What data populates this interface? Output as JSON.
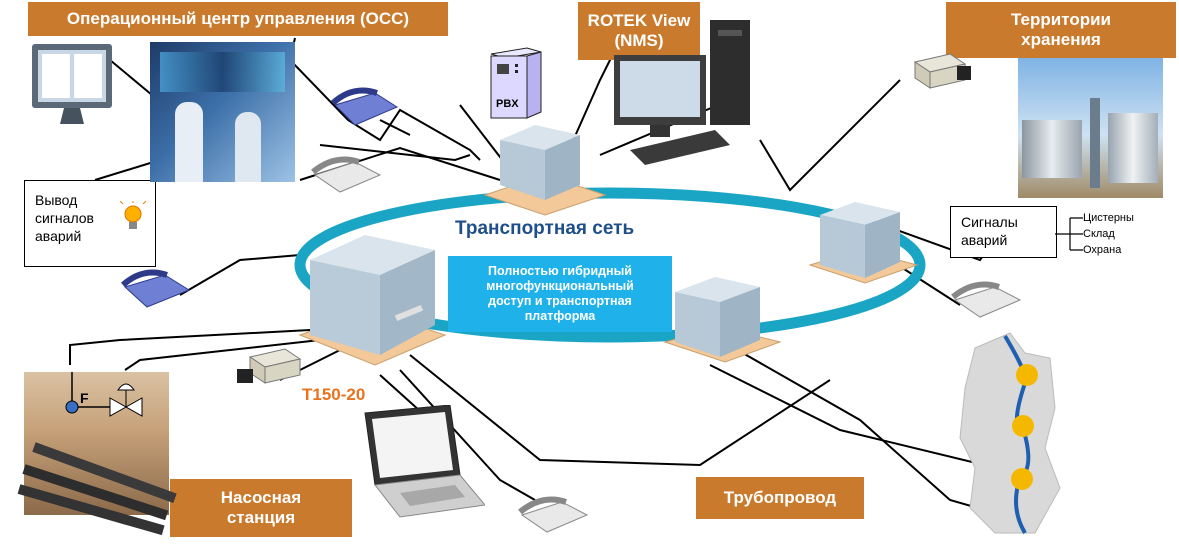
{
  "labels": {
    "occ": "Операционный центр управления (ОСС)",
    "nms_line1": "ROTEK View",
    "nms_line2": "(NMS)",
    "storage_line1": "Территории",
    "storage_line2": "хранения",
    "pump_line1": "Насосная",
    "pump_line2": "станция",
    "pipeline": "Трубопровод"
  },
  "network": {
    "title": "Транспортная сеть",
    "platform_line1": "Полностью гибридный",
    "platform_line2": "многофункциональный",
    "platform_line3": "доступ и транспортная",
    "platform_line4": "платформа",
    "device_model": "T150-20"
  },
  "alarm_output": {
    "line1": "Вывод",
    "line2": "сигналов",
    "line3": "аварий"
  },
  "alarm_signals": {
    "line1": "Сигналы",
    "line2": "аварий",
    "items": [
      "Цистерны",
      "Склад",
      "Охрана"
    ]
  },
  "pbx_label": "PBX",
  "flow_sensor_label": "F",
  "colors": {
    "label_bg": "#c97a2c",
    "ring": "#1aa5c4",
    "title": "#1f4f8a",
    "platform_bg": "#1fb2ea",
    "model": "#e8731f",
    "map_dot": "#f5b800"
  }
}
